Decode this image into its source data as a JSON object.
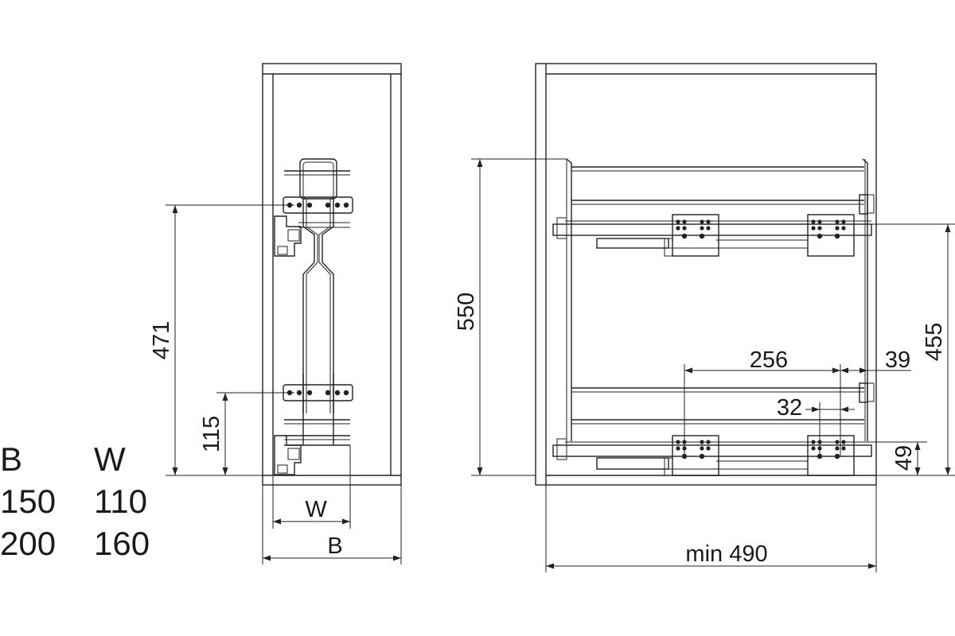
{
  "size_table": {
    "headers": [
      "B",
      "W"
    ],
    "rows": [
      [
        "150",
        "110"
      ],
      [
        "200",
        "160"
      ]
    ]
  },
  "front_view": {
    "dim_height_total": "471",
    "dim_height_lower": "115",
    "dim_inner_width": "W",
    "dim_outer_width": "B"
  },
  "side_view": {
    "dim_height": "550",
    "dim_right_height": "455",
    "dim_hole_spacing": "256",
    "dim_offset_39": "39",
    "dim_offset_32": "32",
    "dim_bottom_49": "49",
    "dim_depth": "min 490"
  }
}
